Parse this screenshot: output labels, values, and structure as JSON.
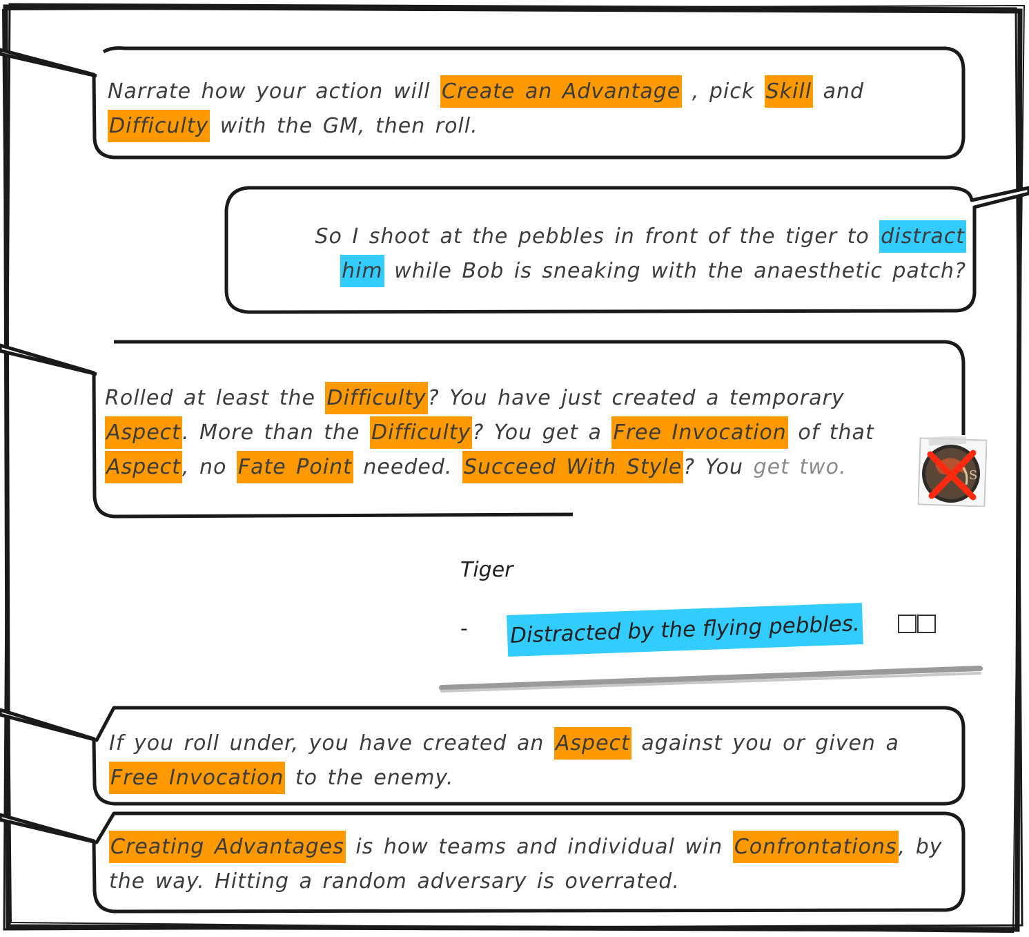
{
  "bubbles": {
    "b1": {
      "p1": "Narrate how your action will ",
      "h1": "Create an Advantage",
      "p2": " , pick ",
      "h2": "Skill",
      "p3": " and ",
      "h3": "Difficulty",
      "p4": " with the GM, then roll."
    },
    "b2": {
      "p1": "So I shoot at the pebbles in front of the tiger to ",
      "h1": "distract him",
      "p2": " while Bob is sneaking with the anaesthetic patch?"
    },
    "b3": {
      "p1": "Rolled at least the ",
      "h1": "Difficulty",
      "p2": "? You have just created a temporary ",
      "h2": "Aspect",
      "p3": ". More than the ",
      "h3": "Difficulty",
      "p4": "? You get a ",
      "h4": "Free Invocation",
      "p5": " of that ",
      "h5": "Aspect",
      "p6": ", no ",
      "h6": "Fate Point",
      "p7": " needed. ",
      "h7": "Succeed With Style",
      "p8": "? You ",
      "p9": "get two."
    },
    "b4": {
      "p1": "If you roll under, you have created an ",
      "h1": "Aspect",
      "p2": " against you or given a ",
      "h2": "Free Invocation",
      "p3": " to the enemy."
    },
    "b5": {
      "h1": "Creating Advantages",
      "p1": " is how teams and individual win ",
      "h2": "Confrontations",
      "p2": ", by the way. Hitting a random adversary is overrated."
    }
  },
  "tiger_card": {
    "name": "Tiger",
    "dash": "-",
    "aspect": "Distracted by the flying pebbles.",
    "free_invocation_boxes": 2
  },
  "fate_token": {
    "icon": "fate-point-token-crossed-icon",
    "status": "crossed out"
  },
  "colors": {
    "rules_highlight": "#ff9900",
    "player_highlight": "#33ccff",
    "ink": "#1a1a1a",
    "cross": "#ff2a10"
  }
}
